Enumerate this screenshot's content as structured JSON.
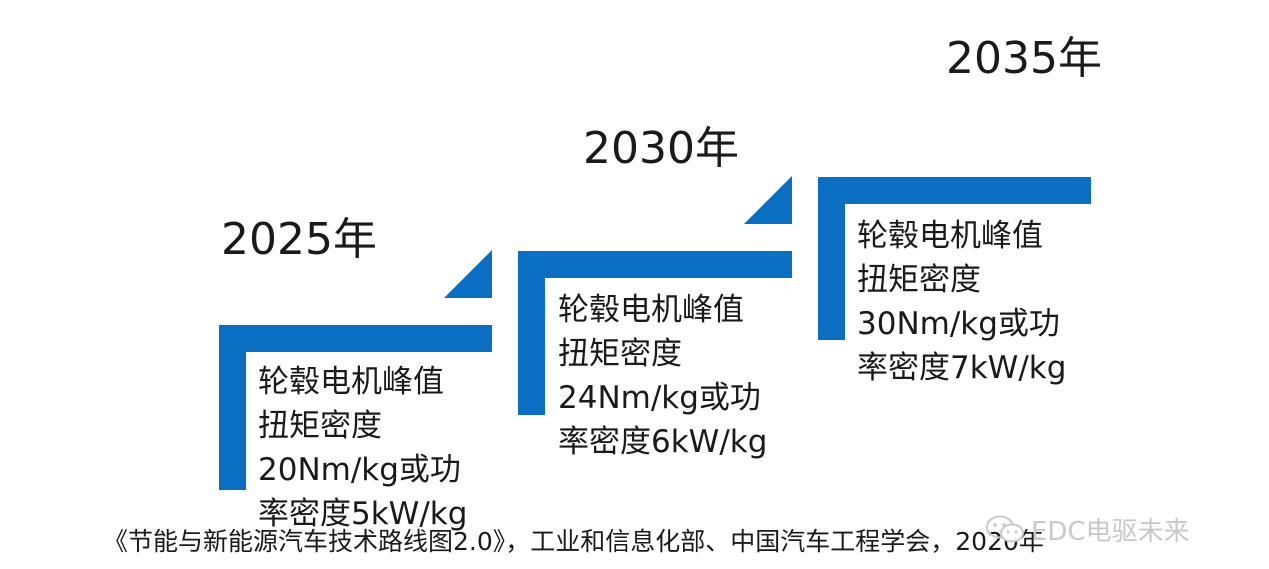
{
  "colors": {
    "accent": "#0a6fc2",
    "text": "#1a1a1a",
    "watermark": "#c9c9c9"
  },
  "milestones": [
    {
      "year": "2025年",
      "lines": [
        "轮毂电机峰值",
        "扭矩密度",
        "20Nm/kg或功",
        "率密度5kW/kg"
      ]
    },
    {
      "year": "2030年",
      "lines": [
        "轮毂电机峰值",
        "扭矩密度",
        "24Nm/kg或功",
        "率密度6kW/kg"
      ]
    },
    {
      "year": "2035年",
      "lines": [
        "轮毂电机峰值",
        "扭矩密度",
        "30Nm/kg或功",
        "率密度7kW/kg"
      ]
    }
  ],
  "footer": {
    "source": "《节能与新能源汽车技术路线图2.0》，工业和信息化部、中国汽车工程学会，2020年"
  },
  "watermark": {
    "icon": "wechat-icon",
    "text": "EDC电驱未来"
  }
}
